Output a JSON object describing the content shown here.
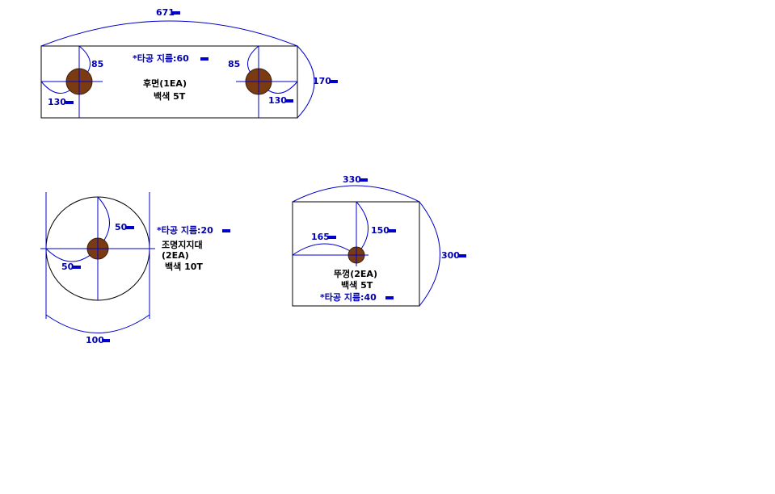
{
  "colors": {
    "dimension": "#0000b0",
    "outline": "#000000",
    "hole": "#7a3b13"
  },
  "rear_panel": {
    "width": "671",
    "height": "170",
    "hole_dia_note": "*타공 지름:60",
    "name": "후면(1EA)",
    "material": "백색  5T",
    "left_offset_x": "130",
    "left_offset_y": "85",
    "right_offset_x": "130",
    "right_offset_y": "85"
  },
  "light_support": {
    "diameter": "100",
    "hole_dia_note": "*타공 지름:20",
    "name": "조명지지대",
    "qty": "(2EA)",
    "material": "백색  10T",
    "offset_y": "50",
    "offset_x": "50"
  },
  "lid": {
    "width": "330",
    "height": "300",
    "offset_x": "165",
    "offset_y": "150",
    "name": "뚜껑(2EA)",
    "material": "백색  5T",
    "hole_dia_note": "*타공 지름:40"
  }
}
